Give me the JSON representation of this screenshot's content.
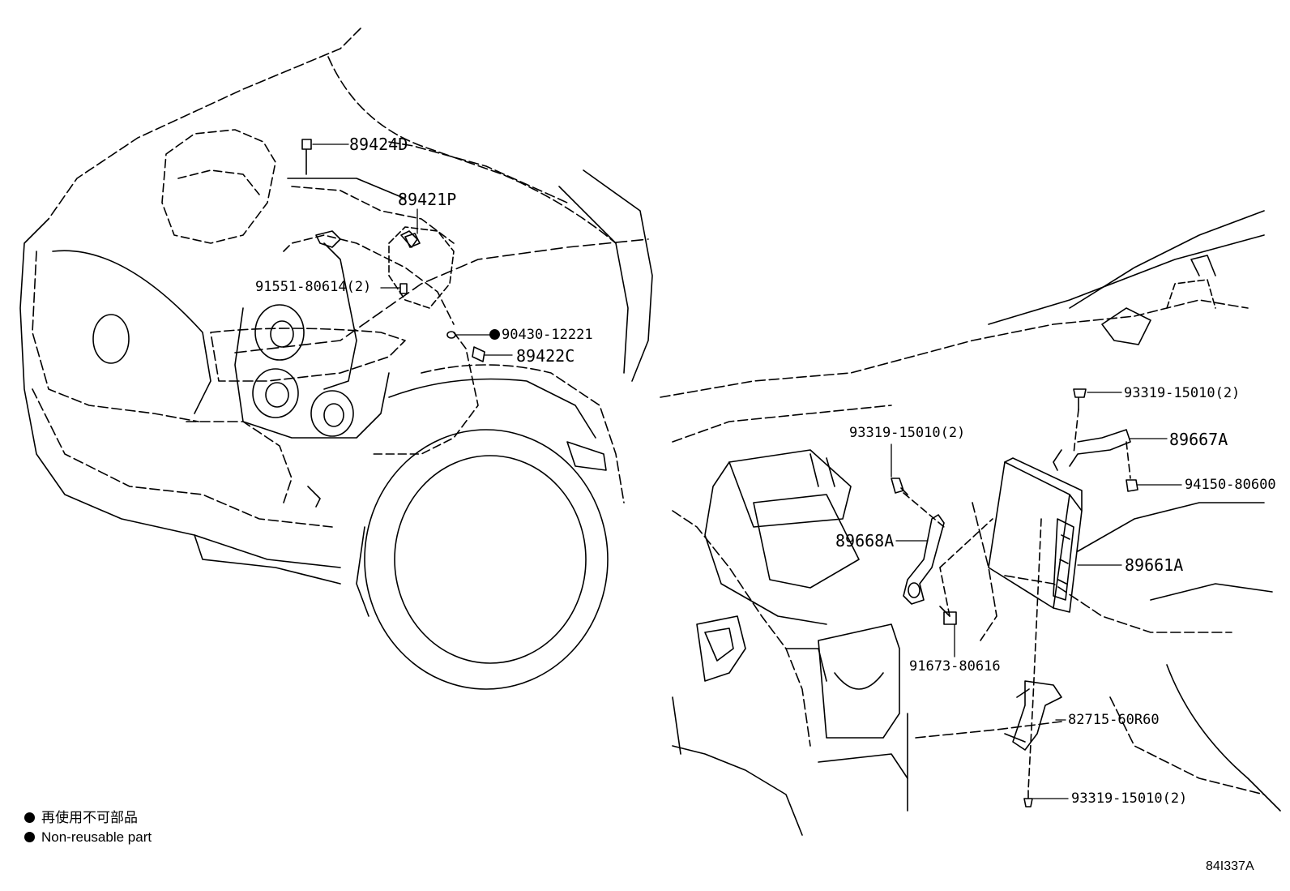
{
  "callouts": {
    "p89424D": "89424D",
    "p89421P": "89421P",
    "p91551": "91551-80614(2)",
    "p90430": "90430-12221",
    "p89422C": "89422C",
    "p93319_top": "93319-15010(2)",
    "p89667A": "89667A",
    "p94150": "94150-80600",
    "p93319_mid": "93319-15010(2)",
    "p89668A": "89668A",
    "p89661A": "89661A",
    "p91673": "91673-80616",
    "p82715": "82715-60R60",
    "p93319_bot": "93319-15010(2)"
  },
  "legend": {
    "jp": "再使用不可部品",
    "en": "Non-reusable part"
  },
  "illustration_code": "84I337A"
}
